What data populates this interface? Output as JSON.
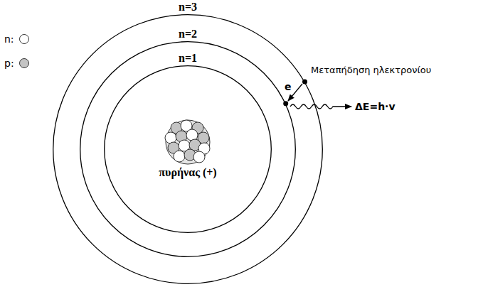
{
  "diagram": {
    "nodes": [
      {
        "text": [
          "n=3"
        ]
      },
      {
        "text": [
          "n=2"
        ],
        "in": 0
      },
      {
        "text": [
          "n=1"
        ],
        "in": 1
      }
    ],
    "labels": [
      "Μεταπήδηση ηλεκτρονίου",
      "e",
      "ΔE=h·v",
      "πυρήνας (+)"
    ],
    "legend": [
      {
        "text": "n:",
        "color": "#ffffff"
      },
      {
        "text": "p:",
        "color": "#c4c4c4"
      }
    ]
  }
}
